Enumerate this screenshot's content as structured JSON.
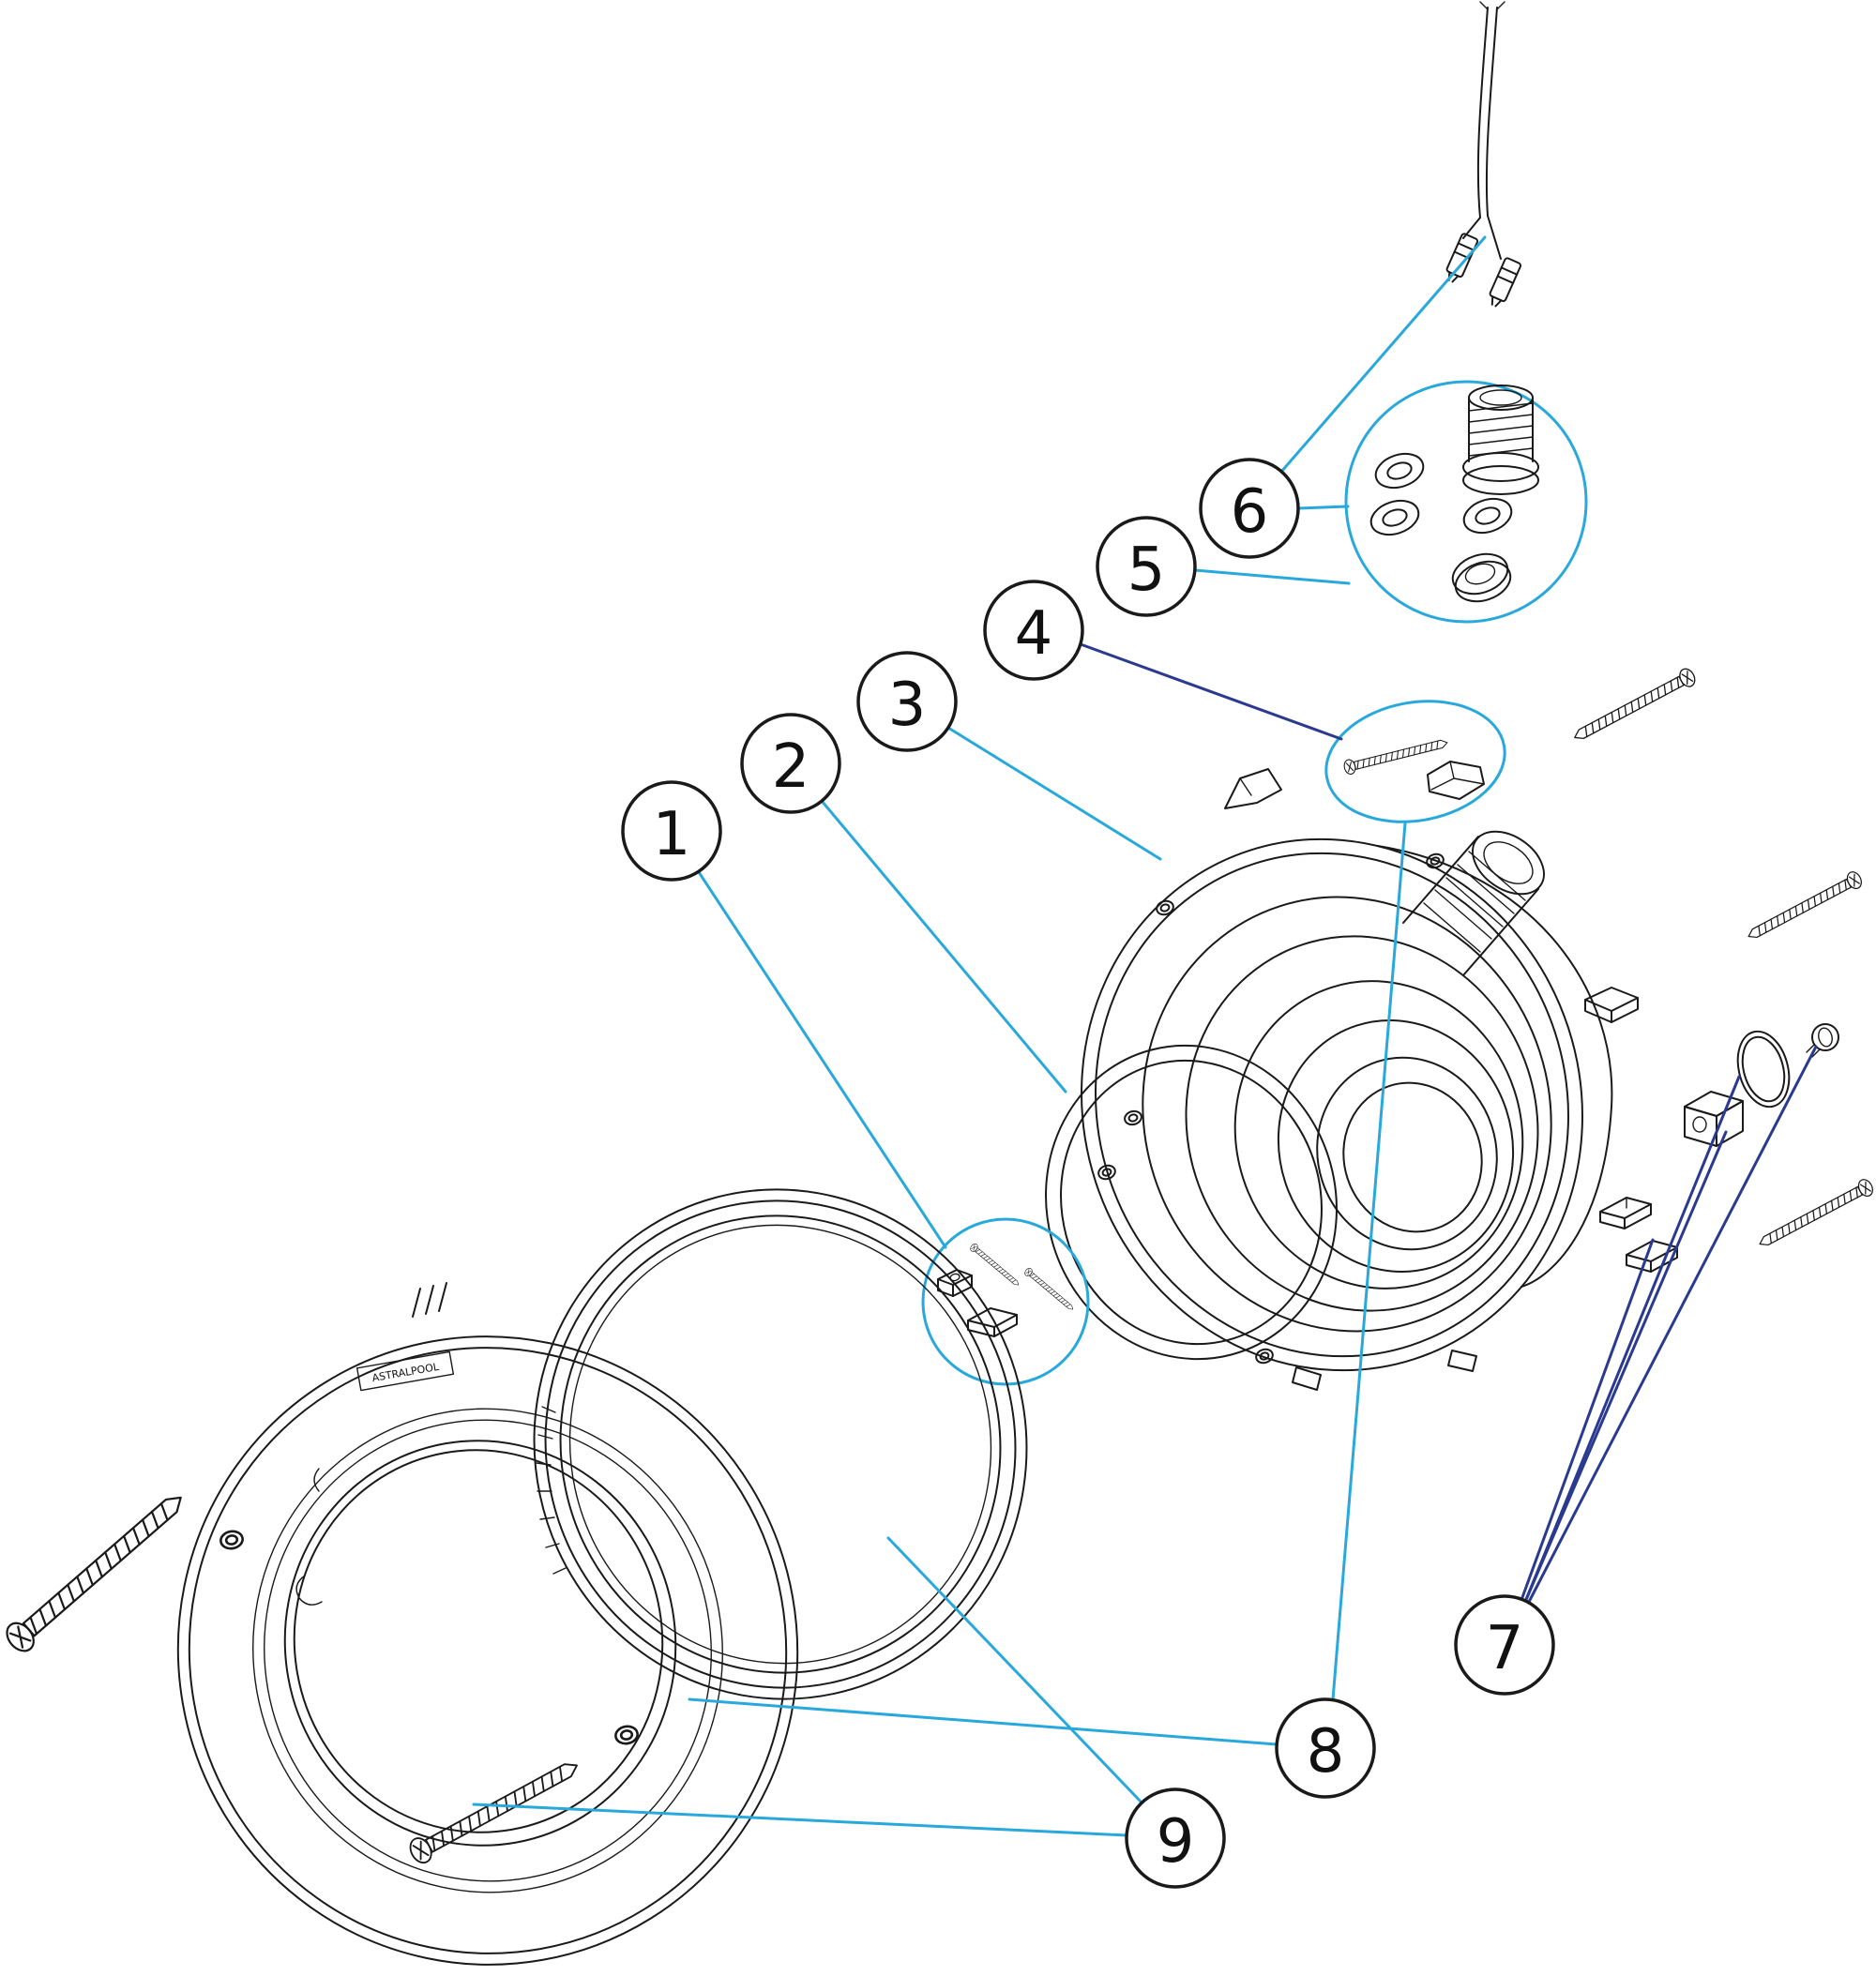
{
  "diagram": {
    "brand_label": "ASTRALPOOL",
    "callouts": [
      {
        "label": "1"
      },
      {
        "label": "2"
      },
      {
        "label": "3"
      },
      {
        "label": "4"
      },
      {
        "label": "5"
      },
      {
        "label": "6"
      },
      {
        "label": "7"
      },
      {
        "label": "8"
      },
      {
        "label": "9"
      }
    ],
    "colors": {
      "line": "#1a1a1a",
      "leader_cyan": "#29a8dc",
      "leader_blue": "#2b3a91",
      "background": "#ffffff"
    }
  }
}
